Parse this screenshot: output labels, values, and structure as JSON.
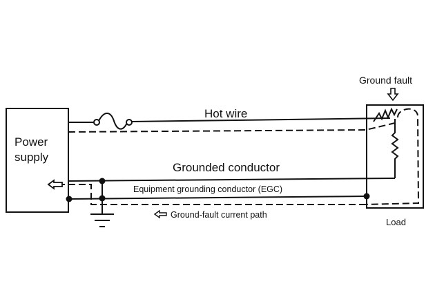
{
  "diagram": {
    "power_supply_label_line1": "Power",
    "power_supply_label_line2": "supply",
    "load_label": "Load",
    "ground_fault_label": "Ground fault",
    "hot_wire_label": "Hot wire",
    "grounded_conductor_label": "Grounded conductor",
    "egc_label": "Equipment grounding conductor (EGC)",
    "fault_path_label": "Ground-fault current path",
    "colors": {
      "line": "#111111",
      "background": "#ffffff"
    }
  }
}
